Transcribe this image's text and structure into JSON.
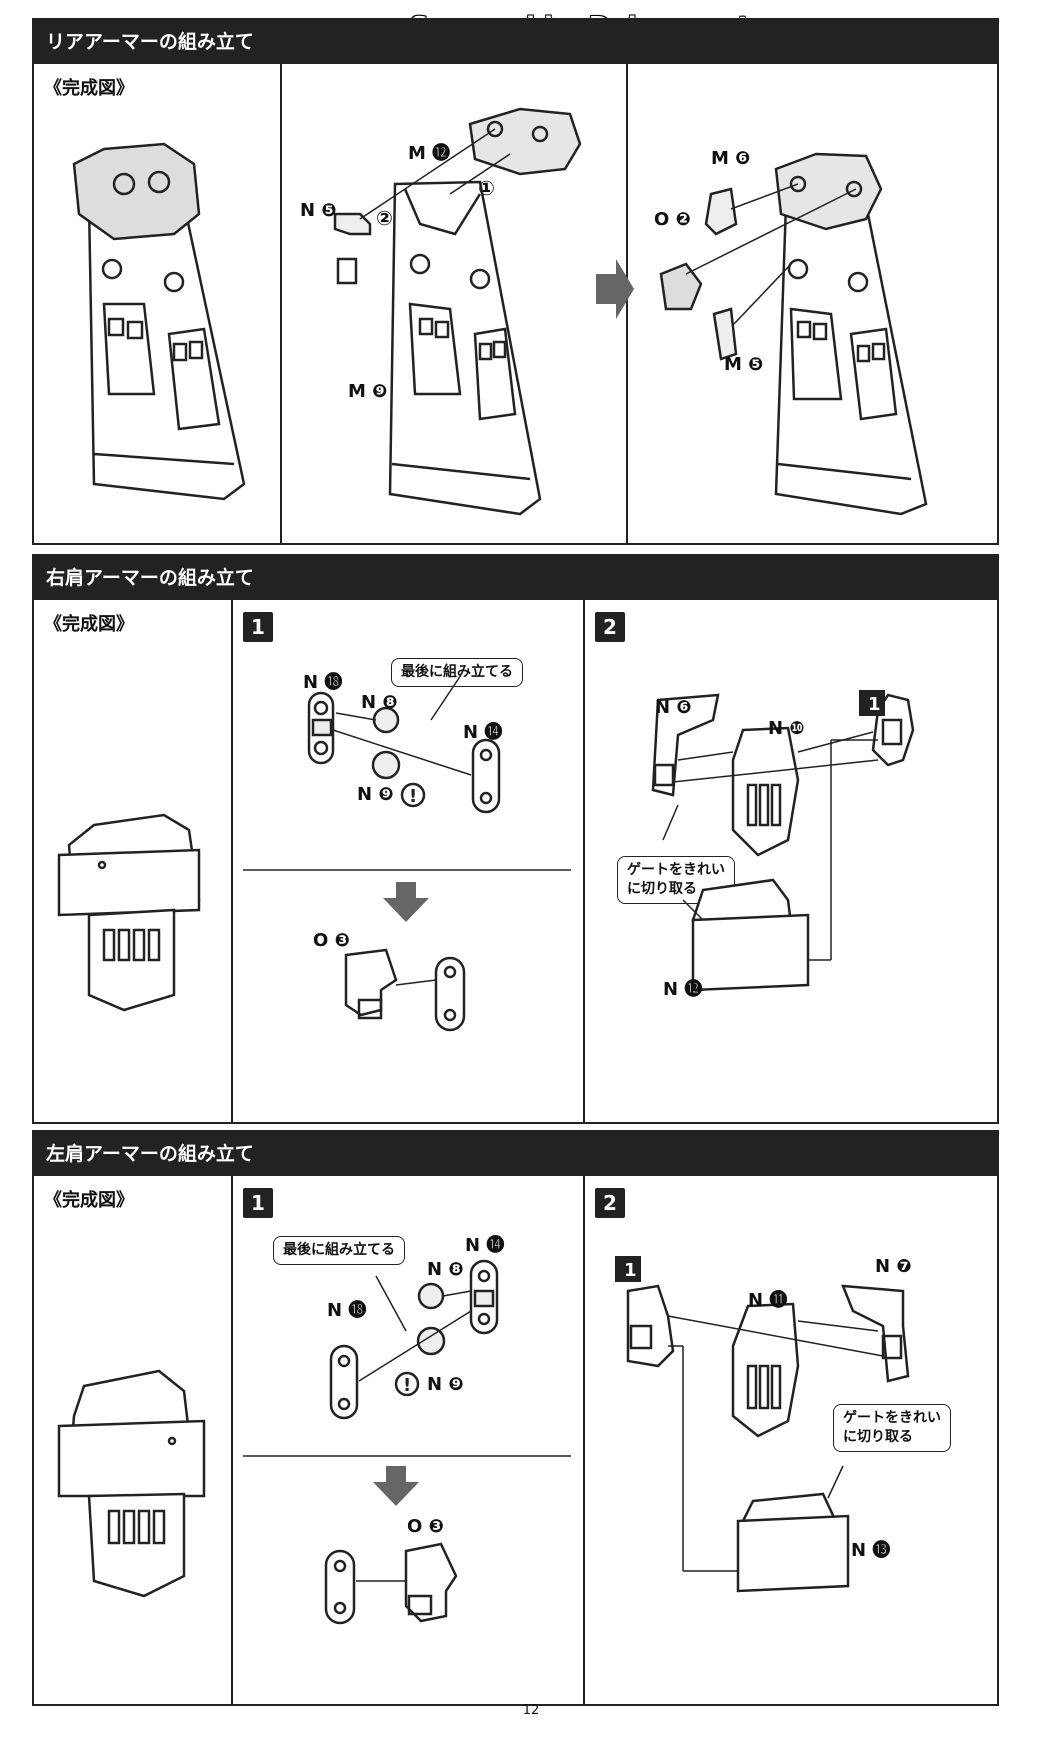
{
  "watermark": "Scanned by Dalong.net",
  "page_number": "12",
  "sections": [
    {
      "title": "リアアーマーの組み立て",
      "completed_label": "《完成図》",
      "parts": {
        "m12": "M ⓬",
        "n5": "N ❺",
        "m9": "M ❾",
        "m6": "M ❻",
        "o2": "O ❷",
        "m5": "M ❺"
      },
      "order_marks": [
        "①",
        "②"
      ]
    },
    {
      "title": "右肩アーマーの組み立て",
      "completed_label": "《完成図》",
      "steps": [
        "1",
        "2"
      ],
      "callout_last": "最後に組み立てる",
      "callout_gate": [
        "ゲートをきれい",
        "に切り取る"
      ],
      "parts": {
        "n18": "N ⓲",
        "n8": "N ❽",
        "n14": "N ⓮",
        "n9": "N ❾",
        "o3": "O ❸",
        "n6": "N ❻",
        "n10": "N ❿",
        "n12": "N ⓬"
      }
    },
    {
      "title": "左肩アーマーの組み立て",
      "completed_label": "《完成図》",
      "steps": [
        "1",
        "2"
      ],
      "callout_last": "最後に組み立てる",
      "callout_gate": [
        "ゲートをきれい",
        "に切り取る"
      ],
      "parts": {
        "n14": "N ⓮",
        "n8": "N ❽",
        "n18": "N ⓲",
        "n9": "N ❾",
        "o3": "O ❸",
        "n11": "N ⓫",
        "n7": "N ❼",
        "n13": "N ⓭"
      }
    }
  ]
}
